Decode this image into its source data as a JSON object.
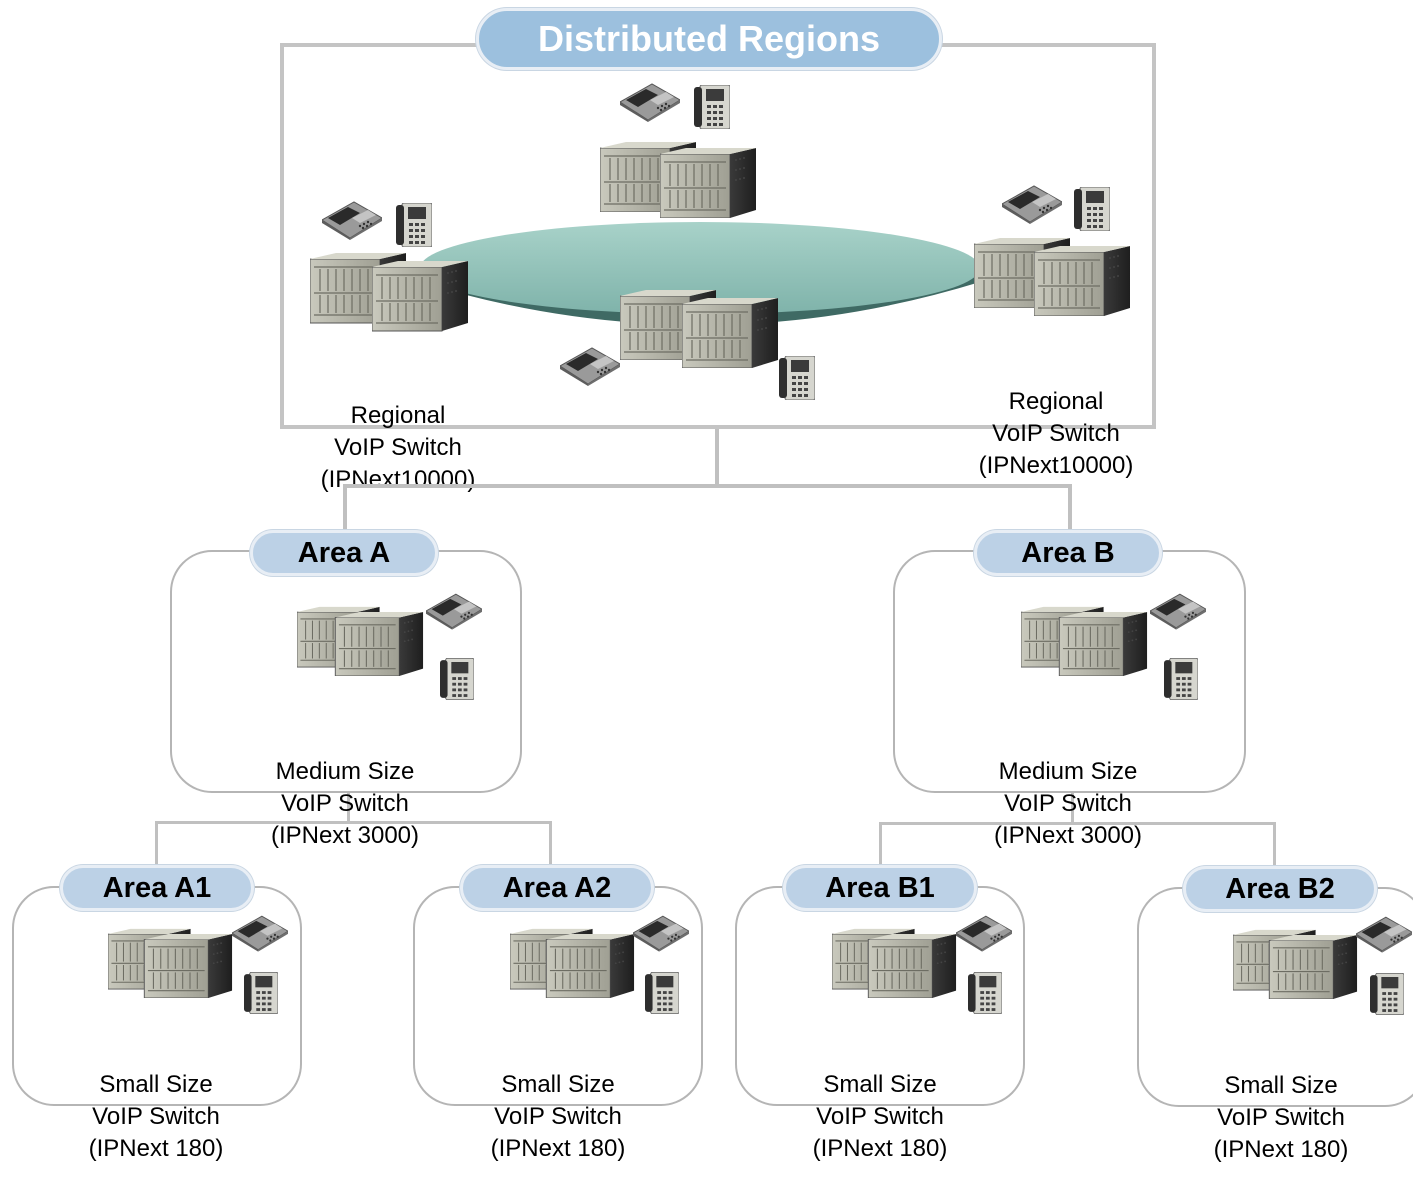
{
  "title": "Distributed Regions",
  "regional": {
    "left": {
      "line1": "Regional",
      "line2": "VoIP Switch",
      "line3": "(IPNext10000)"
    },
    "right": {
      "line1": "Regional",
      "line2": "VoIP Switch",
      "line3": "(IPNext10000)"
    }
  },
  "areas": {
    "a": {
      "title": "Area  A",
      "line1": "Medium Size",
      "line2": "VoIP Switch",
      "line3": "(IPNext 3000)"
    },
    "b": {
      "title": "Area  B",
      "line1": "Medium Size",
      "line2": "VoIP Switch",
      "line3": "(IPNext 3000)"
    },
    "a1": {
      "title": "Area  A1",
      "line1": "Small Size",
      "line2": "VoIP Switch",
      "line3": "(IPNext 180)"
    },
    "a2": {
      "title": "Area  A2",
      "line1": "Small Size",
      "line2": "VoIP Switch",
      "line3": "(IPNext 180)"
    },
    "b1": {
      "title": "Area  B1",
      "line1": "Small Size",
      "line2": "VoIP Switch",
      "line3": "(IPNext 180)"
    },
    "b2": {
      "title": "Area  B2",
      "line1": "Small Size",
      "line2": "VoIP Switch",
      "line3": "(IPNext 180)"
    }
  },
  "colors": {
    "pill": "#bcd1e6",
    "disk": "#8fc1b8",
    "border": "#b5b5b5"
  },
  "icons": [
    "voip-switch-icon",
    "desk-phone-icon",
    "ip-phone-icon"
  ]
}
